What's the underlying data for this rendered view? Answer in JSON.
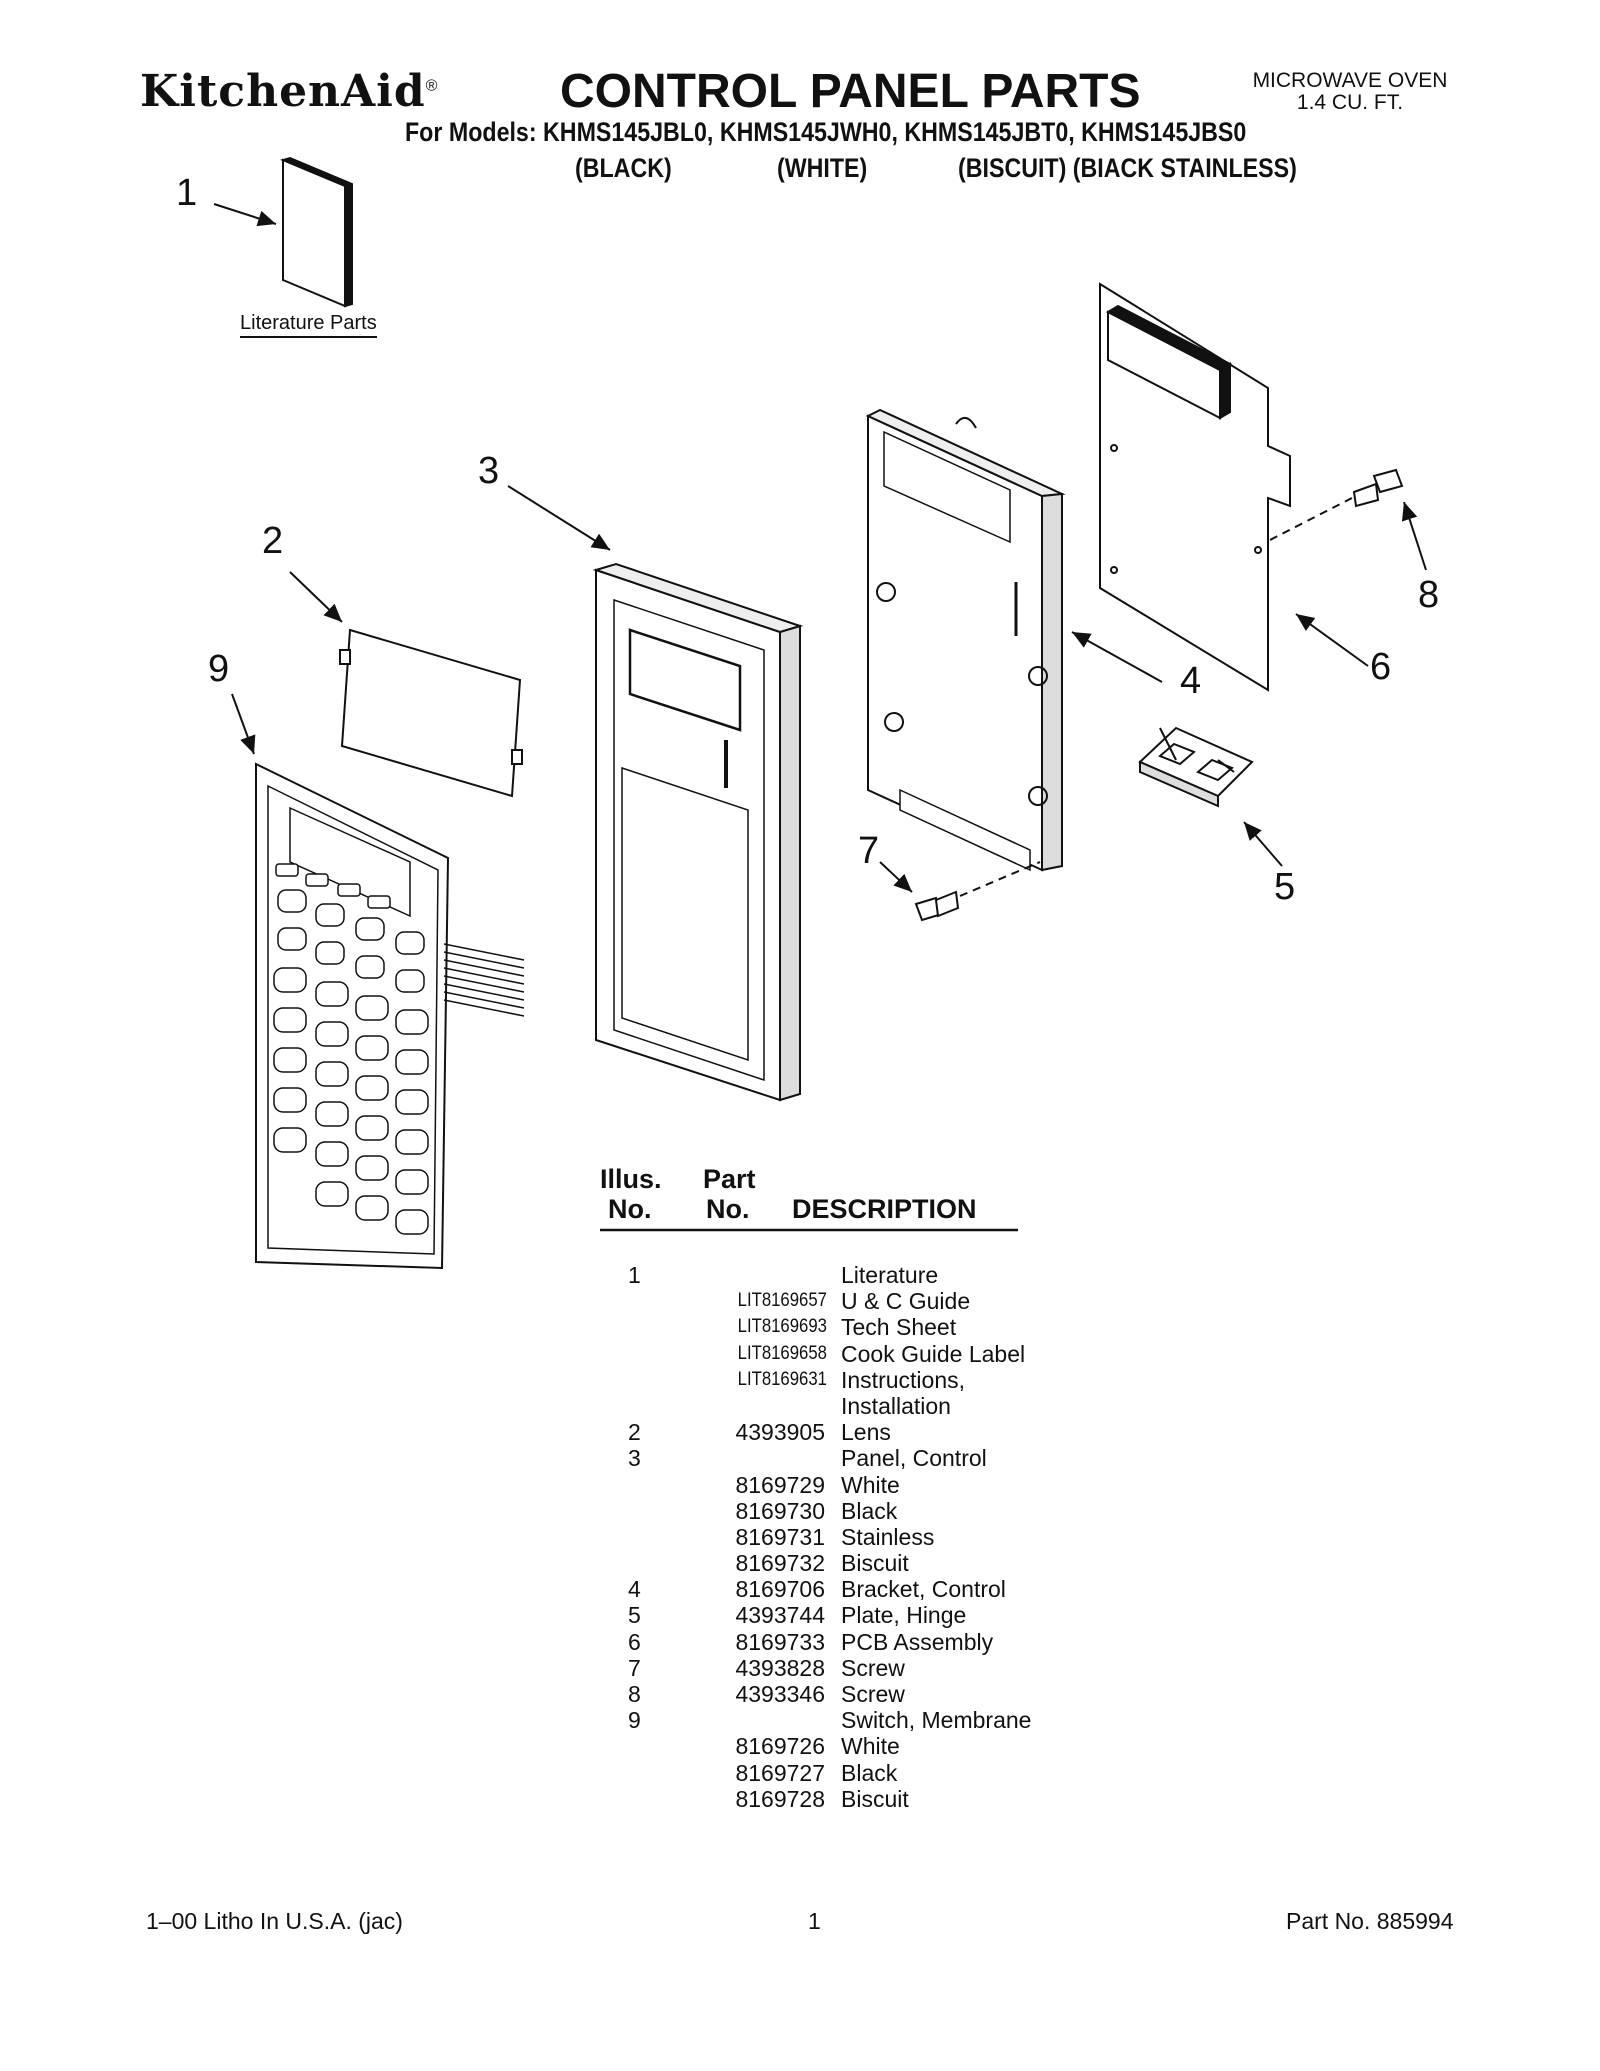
{
  "header": {
    "brand": "KitchenAid",
    "brand_mark": "®",
    "title": "CONTROL PANEL PARTS",
    "product_type_line1": "MICROWAVE OVEN",
    "product_type_line2": "1.4 CU. FT.",
    "models": "For Models: KHMS145JBL0, KHMS145JWH0, KHMS145JBT0, KHMS145JBS0",
    "variants": [
      "(BLACK)",
      "(WHITE)",
      "(BISCUIT) (BIACK STAINLESS)"
    ]
  },
  "diagram": {
    "literature_label": "Literature Parts",
    "callouts": [
      "1",
      "2",
      "3",
      "4",
      "5",
      "6",
      "7",
      "8",
      "9"
    ]
  },
  "parts_table": {
    "headers": {
      "illus_line1": "Illus.",
      "illus_line2": "No.",
      "part_line1": "Part",
      "part_line2": "No.",
      "description": "DESCRIPTION"
    },
    "rows": [
      {
        "illus": "1",
        "part": "",
        "desc": "Literature"
      },
      {
        "illus": "",
        "part": "LIT8169657",
        "desc": "U & C Guide"
      },
      {
        "illus": "",
        "part": "LIT8169693",
        "desc": "Tech Sheet"
      },
      {
        "illus": "",
        "part": "LIT8169658",
        "desc": "Cook Guide Label"
      },
      {
        "illus": "",
        "part": "LIT8169631",
        "desc": "Instructions,"
      },
      {
        "illus": "",
        "part": "",
        "desc": "Installation"
      },
      {
        "illus": "2",
        "part": "4393905",
        "desc": "Lens"
      },
      {
        "illus": "3",
        "part": "",
        "desc": "Panel, Control"
      },
      {
        "illus": "",
        "part": "8169729",
        "desc": "White"
      },
      {
        "illus": "",
        "part": "8169730",
        "desc": "Black"
      },
      {
        "illus": "",
        "part": "8169731",
        "desc": "Stainless"
      },
      {
        "illus": "",
        "part": "8169732",
        "desc": "Biscuit"
      },
      {
        "illus": "4",
        "part": "8169706",
        "desc": "Bracket, Control"
      },
      {
        "illus": "5",
        "part": "4393744",
        "desc": "Plate, Hinge"
      },
      {
        "illus": "6",
        "part": "8169733",
        "desc": "PCB Assembly"
      },
      {
        "illus": "7",
        "part": "4393828",
        "desc": "Screw"
      },
      {
        "illus": "8",
        "part": "4393346",
        "desc": "Screw"
      },
      {
        "illus": "9",
        "part": "",
        "desc": "Switch, Membrane"
      },
      {
        "illus": "",
        "part": "8169726",
        "desc": "White"
      },
      {
        "illus": "",
        "part": "8169727",
        "desc": "Black"
      },
      {
        "illus": "",
        "part": "8169728",
        "desc": "Biscuit"
      }
    ]
  },
  "footer": {
    "left": "1–00 Litho In U.S.A. (jac)",
    "center": "1",
    "right": "Part No. 885994"
  }
}
